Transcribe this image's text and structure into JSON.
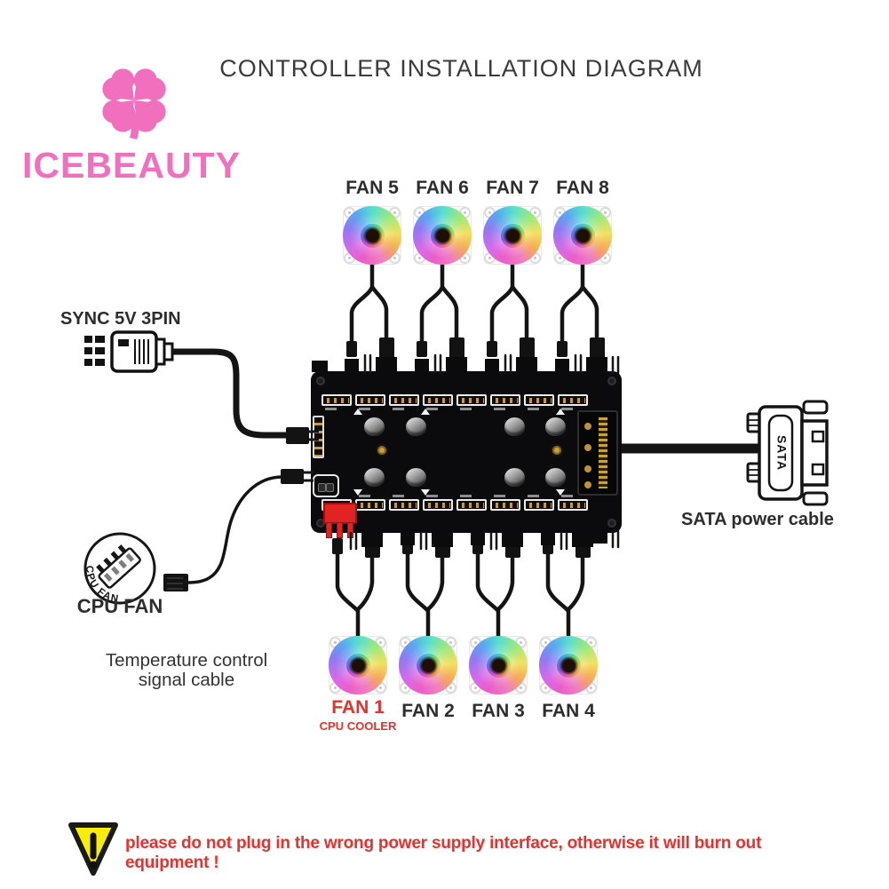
{
  "title": "CONTROLLER INSTALLATION DIAGRAM",
  "brand": {
    "name": "ICEBEAUTY",
    "logo": "clover-icon",
    "color": "#f170be"
  },
  "fans": {
    "top": [
      {
        "label": "FAN 5"
      },
      {
        "label": "FAN 6"
      },
      {
        "label": "FAN 7"
      },
      {
        "label": "FAN 8"
      }
    ],
    "bottom": [
      {
        "label": "FAN 1",
        "sublabel": "CPU COOLER"
      },
      {
        "label": "FAN 2"
      },
      {
        "label": "FAN 3"
      },
      {
        "label": "FAN 4"
      }
    ]
  },
  "connectors": {
    "sync_label": "SYNC 5V 3PIN",
    "sata_cable_label": "SATA power cable",
    "sata_connector_text": "SATA",
    "cpu_fan_label": "CPU FAN",
    "cpu_fan_badge_text": "CPU FAN",
    "temp_line1": "Temperature control",
    "temp_line2": "signal cable"
  },
  "warning": {
    "text": "please do not plug in the wrong power supply interface, otherwise it will burn out equipment !"
  },
  "colors": {
    "brand_pink": "#f170be",
    "warning_red": "#e8302d",
    "warning_yellow": "#f8ec0a",
    "board_black": "#0b0b0d",
    "text_dark": "#2d2d2d"
  }
}
